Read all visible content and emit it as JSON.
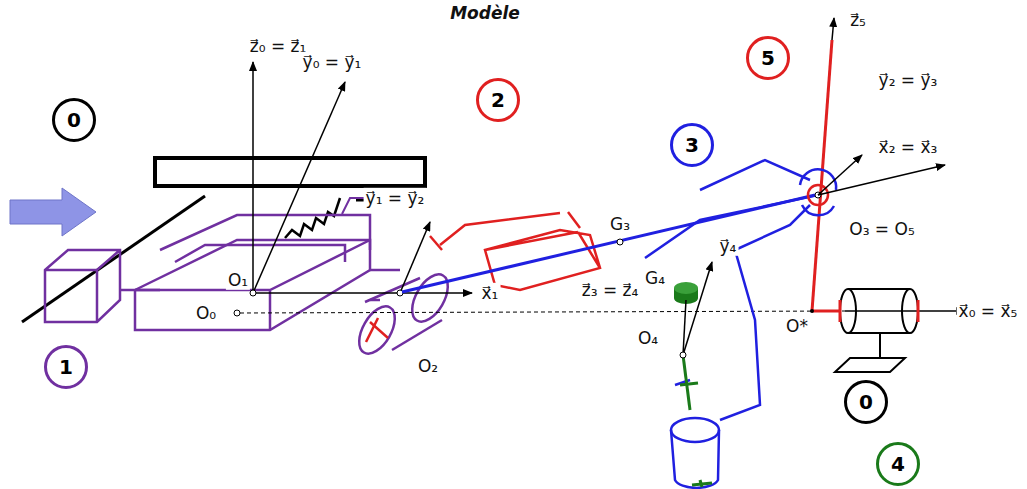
{
  "diagram": {
    "title": "Modèle",
    "nodes": [
      {
        "text": [
          "0"
        ]
      },
      {
        "text": [
          "5"
        ]
      },
      {
        "text": [
          "2"
        ]
      },
      {
        "text": [
          "3"
        ]
      },
      {
        "text": [
          "1"
        ]
      },
      {
        "text": [
          "0"
        ]
      },
      {
        "text": [
          "4"
        ]
      }
    ],
    "labels": [
      "z⃗₀ = z⃗₁",
      "y⃗₀ = y⃗₁",
      "O₁",
      "O₀",
      "y⃗₁ = y⃗₂",
      "x⃗₁",
      "O₂",
      "G₃",
      "z⃗₃ = z⃗₄",
      "G₄",
      "y⃗₄",
      "O₄",
      "z⃗₅",
      "y⃗₂ = y⃗₃",
      "x⃗₂ = x⃗₃",
      "O₃ = O₅",
      "O*",
      "x⃗₀ = x⃗₅"
    ]
  }
}
